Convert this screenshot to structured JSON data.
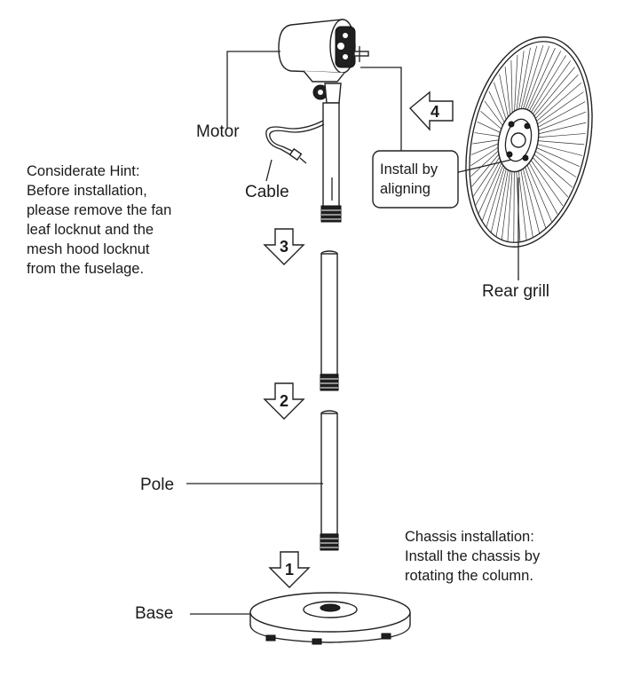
{
  "labels": {
    "motor": "Motor",
    "cable": "Cable",
    "rear_grill": "Rear grill",
    "pole": "Pole",
    "base": "Base",
    "install_by": [
      "Install by",
      "aligning"
    ]
  },
  "hint": {
    "lines": [
      "Considerate Hint:",
      "Before installation,",
      "please remove the fan",
      "leaf locknut and the",
      "mesh hood locknut",
      "from the fuselage."
    ]
  },
  "chassis_note": {
    "lines": [
      "Chassis installation:",
      "Install the chassis by",
      "rotating the column."
    ]
  },
  "steps": [
    "1",
    "2",
    "3",
    "4"
  ]
}
